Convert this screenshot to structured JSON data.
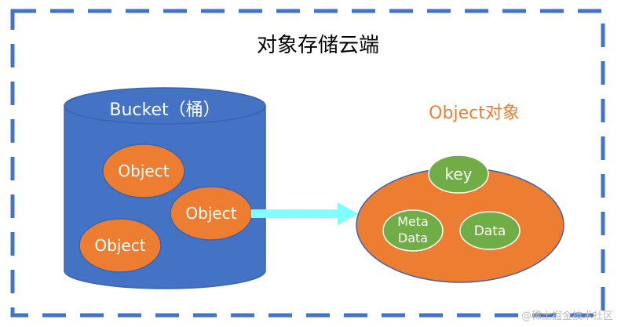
{
  "title": "对象存储云端",
  "bucket": {
    "label": "Bucket（桶）",
    "objects": [
      "Object",
      "Object",
      "Object"
    ]
  },
  "object_detail": {
    "label": "Object对象",
    "key": "key",
    "meta_line1": "Meta",
    "meta_line2": "Data",
    "data": "Data"
  },
  "watermark": "@稀土掘金技术社区",
  "colors": {
    "frame": "#4472c4",
    "bucket": "#4472c4",
    "object": "#ed7d31",
    "inner": "#70ad47",
    "arrow": "#7fffff",
    "object_title": "#ed7d31"
  }
}
